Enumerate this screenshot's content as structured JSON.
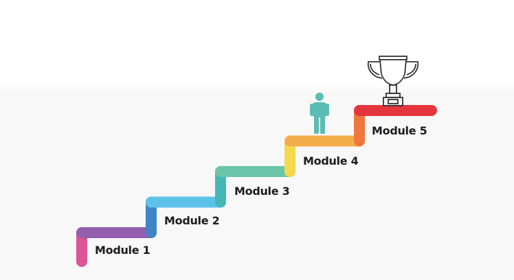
{
  "modules": [
    {
      "label": "Module 1",
      "colors": [
        "#d9448c",
        "#8a4fa6"
      ]
    },
    {
      "label": "Module 2",
      "colors": [
        "#2b7ac2",
        "#4cbde8"
      ]
    },
    {
      "label": "Module 3",
      "colors": [
        "#33b0b0",
        "#5cc0a0"
      ]
    },
    {
      "label": "Module 4",
      "colors": [
        "#f5d63a",
        "#f5a53a"
      ]
    },
    {
      "label": "Module 5",
      "colors": [
        "#f06a2a",
        "#e3202b"
      ]
    }
  ],
  "icons": {
    "person": "person-icon",
    "trophy": "trophy-icon"
  },
  "person_color": "#5bbcb4"
}
